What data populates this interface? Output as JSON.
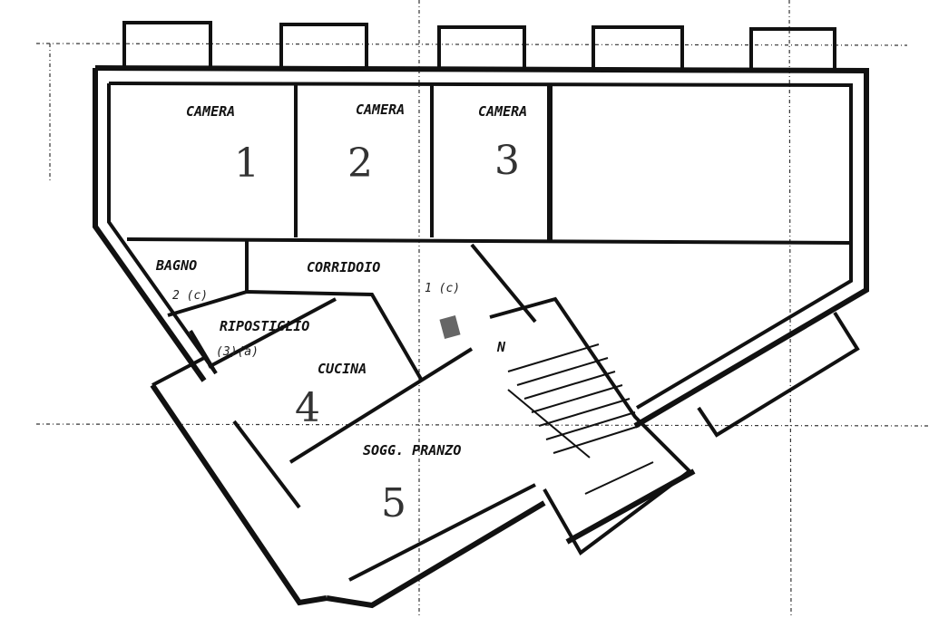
{
  "rooms": [
    {
      "label": "CAMERA",
      "number": "1"
    },
    {
      "label": "CAMERA",
      "number": "2"
    },
    {
      "label": "CAMERA",
      "number": "3"
    },
    {
      "label": "BAGNO",
      "number": "2"
    },
    {
      "label": "CORRIDOIO",
      "number": ""
    },
    {
      "label": "RIPOSTIGLIO",
      "number": "3"
    },
    {
      "label": "CUCINA",
      "number": "4"
    },
    {
      "label": "SOGG. PRANZO",
      "number": "5"
    }
  ],
  "annotations": {
    "bagno_note": "2 (c)",
    "corridor_note": "1 (c)",
    "ripostiglio_note": "(3)(a)",
    "corner_mark": "N"
  },
  "colors": {
    "ink": "#111111",
    "background": "#ffffff",
    "marker": "#666666"
  }
}
